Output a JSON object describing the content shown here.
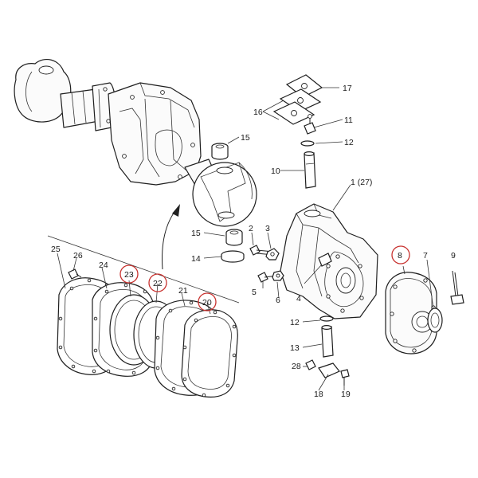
{
  "diagram": {
    "accent_color": "#c8322f",
    "highlighted_parts": [
      "8",
      "20",
      "22",
      "23"
    ],
    "labels": {
      "p1": "1 (27)",
      "p2": "2",
      "p3": "3",
      "p4": "4",
      "p5": "5",
      "p6": "6",
      "p7": "7",
      "p8": "8",
      "p9": "9",
      "p10": "10",
      "p11": "11",
      "p12a": "12",
      "p12b": "12",
      "p13": "13",
      "p14": "14",
      "p15a": "15",
      "p15b": "15",
      "p16": "16",
      "p17": "17",
      "p18": "18",
      "p19": "19",
      "p20": "20",
      "p21": "21",
      "p22": "22",
      "p23": "23",
      "p24": "24",
      "p25": "25",
      "p26": "26",
      "p28": "28"
    }
  }
}
